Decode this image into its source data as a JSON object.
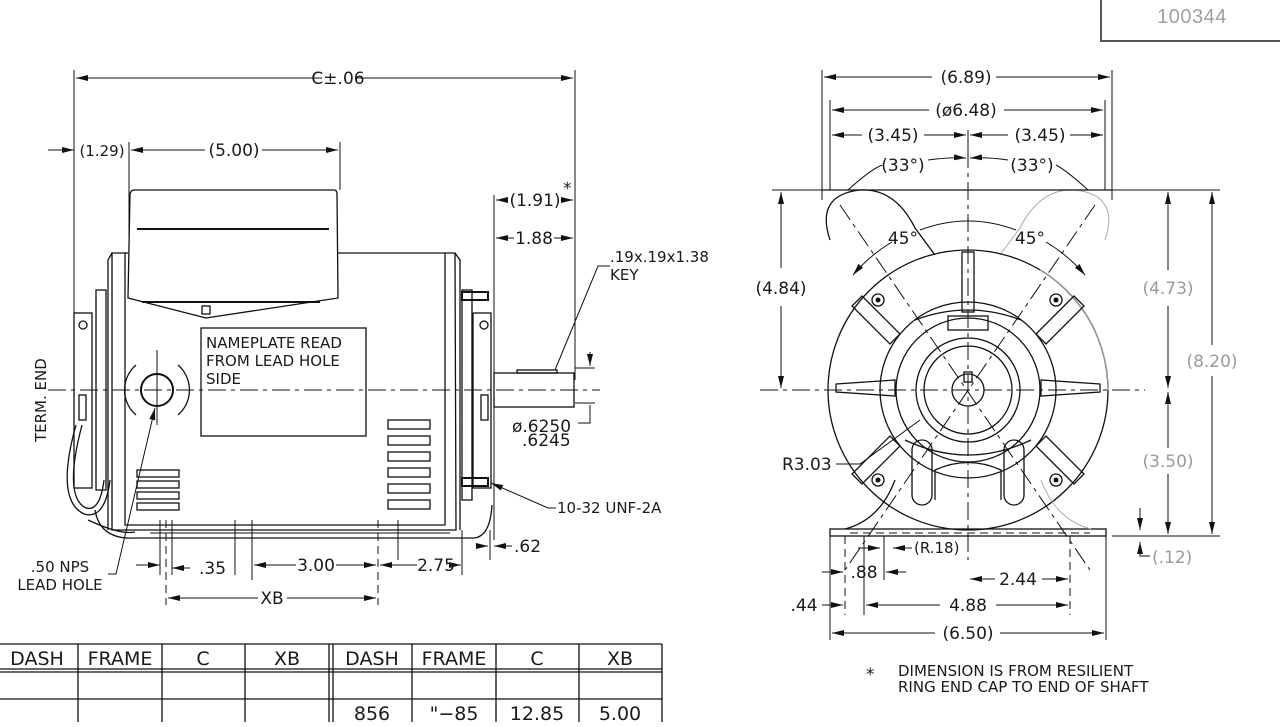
{
  "title_block": {
    "part_number": "100344"
  },
  "side_view": {
    "overall_length": "C±.06",
    "term_end_offset": "(1.29)",
    "capacitor_length": "(5.00)",
    "resilient_ring_to_shaft": "(1.91)",
    "asterisk": "*",
    "shaft_extension": "1.88",
    "key": [
      ".19x.19x1.38",
      "KEY"
    ],
    "shaft_diameter": [
      "ø.6250",
      ".6245"
    ],
    "thread": "10-32 UNF-2A",
    "end_offset": ".62",
    "lead_hole": [
      ".50 NPS",
      "LEAD HOLE"
    ],
    "slot_width": ".35",
    "mount_spacing": "3.00",
    "mount_to_shaft": "2.75",
    "xb_label": "XB",
    "term_end_label": "TERM. END",
    "nameplate_note": [
      "NAMEPLATE READ",
      "FROM LEAD HOLE",
      "SIDE"
    ]
  },
  "end_view": {
    "overall_width": "(6.89)",
    "diameter": "(ø6.48)",
    "half_width_left": "(3.45)",
    "half_width_right": "(3.45)",
    "angle_left": "(33°)",
    "angle_right": "(33°)",
    "bolt_angle_left": "45°",
    "bolt_angle_right": "45°",
    "height_above_center": "(4.84)",
    "cap_height": "(4.73)",
    "overall_height": "(8.20)",
    "shaft_height": "(3.50)",
    "base_thickness": "(.12)",
    "radius": "R3.03",
    "slot_radius": "(R.18)",
    "slot_width": ".88",
    "slot_offset": ".44",
    "half_mount": "2.44",
    "mount_width": "4.88",
    "base_width": "(6.50)"
  },
  "footnote": {
    "symbol": "*",
    "lines": [
      "DIMENSION IS FROM RESILIENT",
      "RING END CAP TO END OF SHAFT"
    ]
  },
  "table": {
    "headers": [
      "DASH",
      "FRAME",
      "C",
      "XB",
      "DASH",
      "FRAME",
      "C",
      "XB"
    ],
    "rows": [
      [
        "",
        "",
        "",
        "",
        "",
        "",
        "",
        ""
      ],
      [
        "",
        "",
        "",
        "",
        "856",
        "\"−85",
        "12.85",
        "5.00"
      ]
    ]
  }
}
